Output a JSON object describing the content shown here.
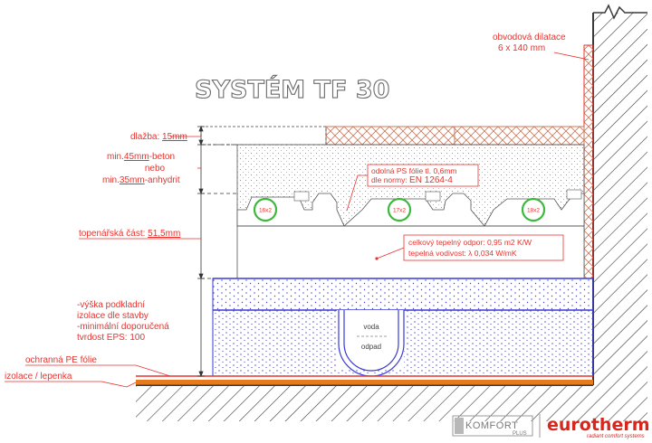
{
  "title": "SYSTÉM TF 30",
  "labels": {
    "tile": "dlažba: ",
    "tile_value": "15mm",
    "screed_line1_pre": "min.",
    "screed_line1_value": "45mm",
    "screed_line1_post": "-beton",
    "screed_line2": "nebo",
    "screed_line3_pre": "min.",
    "screed_line3_value": "35mm",
    "screed_line3_post": "-anhydrit",
    "heating_part": "topenářská část: ",
    "heating_part_value": "51,5mm",
    "insulation_line1": "-výška podkladní",
    "insulation_line2": "izolace dle stavby",
    "insulation_line3": "-minimální doporučená",
    "insulation_line4": "tvrdost EPS: 100",
    "pe_foil": "ochranná PE fólie",
    "waterproofing": "izolace / lepenka",
    "dilatation_line1": "obvodová dilatace",
    "dilatation_line2": "6 x 140 mm",
    "ps_foil_line1": "odolná PS fólie tl. 0,6mm",
    "ps_foil_line2_pre": "dle normy: ",
    "ps_foil_line2_value": "EN 1264-4",
    "thermal_line1": "celkový tepelný odpor: 0,95 m2 K/W",
    "thermal_line2": "tepelná vodivost: λ 0,034 W/mK"
  },
  "pipes": [
    "16x2",
    "17x2",
    "18x2"
  ],
  "drain": {
    "top": "voda",
    "bottom": "odpad"
  },
  "logos": {
    "komfort": "KOMFORT",
    "komfort_sub": "PLUS",
    "eurotherm": "eurotherm",
    "eurotherm_sub": "radiant comfort systems"
  },
  "colors": {
    "red": "#e8322d",
    "blue": "#3a3ad8",
    "orange": "#e87a1e",
    "gray": "#7a7a7a",
    "tile": "#c9785a"
  }
}
